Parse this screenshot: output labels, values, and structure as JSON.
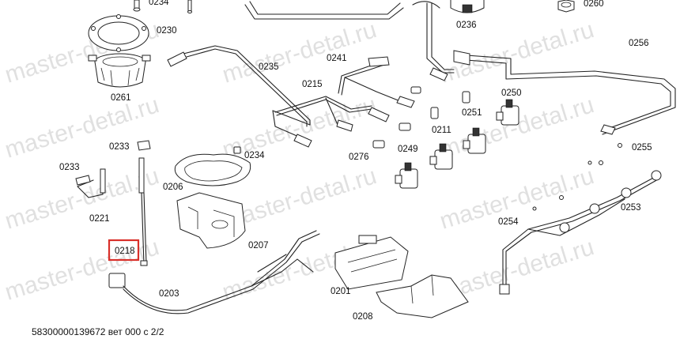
{
  "diagram": {
    "footer_text": "58300000139672 вет 000 с 2/2",
    "watermark_text": "master-detal.ru",
    "highlight_color": "#d9302a",
    "labels": {
      "p0234a": "0234",
      "p0260": "0260",
      "p0230": "0230",
      "p0236": "0236",
      "p0241": "0241",
      "p0256": "0256",
      "p0235": "0235",
      "p0261": "0261",
      "p0215": "0215",
      "p0250": "0250",
      "p0251": "0251",
      "p0211": "0211",
      "p0233a": "0233",
      "p0234b": "0234",
      "p0249": "0249",
      "p0276": "0276",
      "p0255": "0255",
      "p0233b": "0233",
      "p0206": "0206",
      "p0221": "0221",
      "p0253": "0253",
      "p0254": "0254",
      "p0218": "0218",
      "p0207": "0207",
      "p0201": "0201",
      "p0203": "0203",
      "p0208": "0208"
    }
  }
}
